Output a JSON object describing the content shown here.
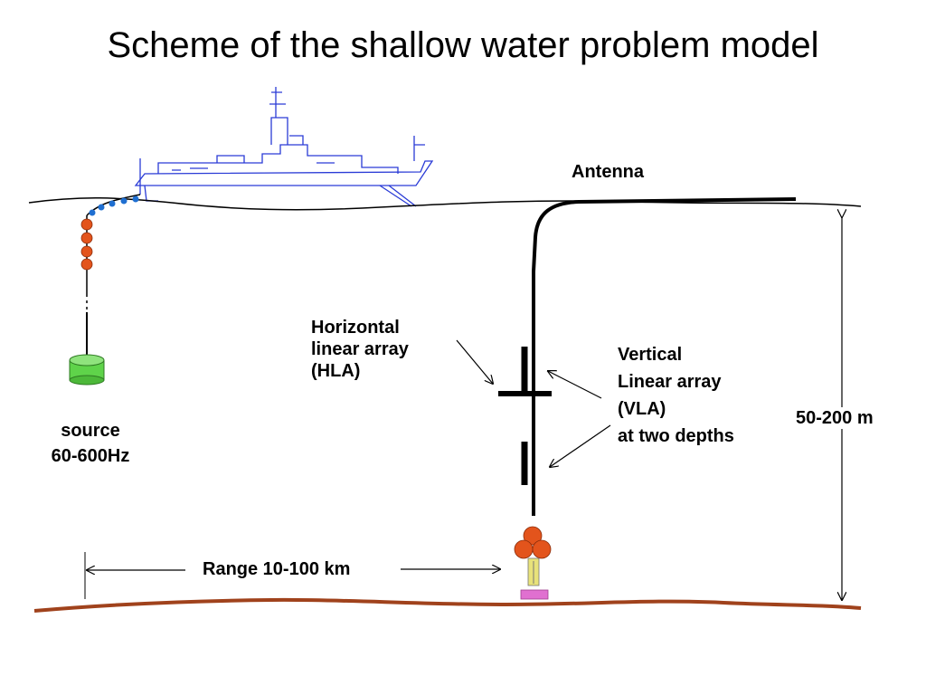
{
  "title": "Scheme of the shallow water problem model",
  "labels": {
    "antenna": "Antenna",
    "hla": [
      "Horizontal",
      "linear array",
      "(HLA)"
    ],
    "vla": [
      "Vertical",
      "Linear array",
      "(VLA)",
      "at two depths"
    ],
    "depth": "50-200 m",
    "source": [
      "source",
      "60-600Hz"
    ],
    "range": "Range 10-100 km"
  },
  "colors": {
    "seabed": "#a0421c",
    "buoy": "#e3541c",
    "cable_blue": "#1f6fd1",
    "source": "#5fd34a",
    "ship": "#2a3bd6",
    "anchor": "#e070d0",
    "connector": "#e8e27a"
  }
}
